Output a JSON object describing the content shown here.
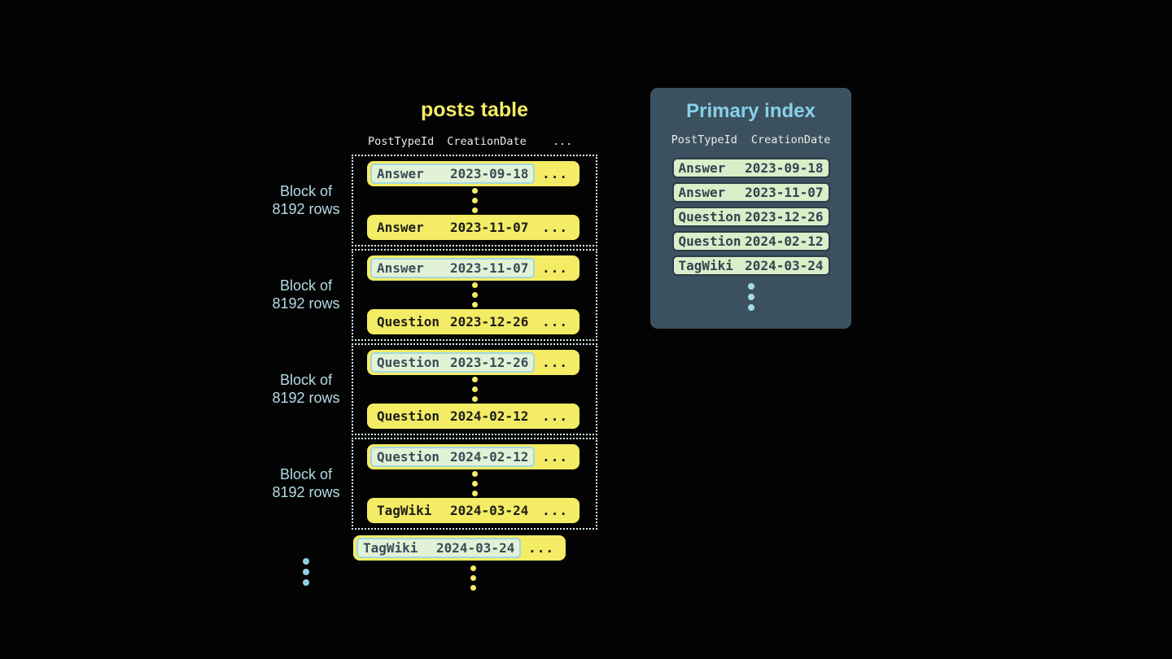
{
  "posts_table": {
    "title": "posts table",
    "columns": [
      "PostTypeId",
      "CreationDate",
      "..."
    ],
    "block_label_line1": "Block of",
    "block_label_line2": "8192 rows",
    "row_ellipsis": "...",
    "blocks": [
      {
        "first": {
          "type": "Answer",
          "date": "2023-09-18"
        },
        "last": {
          "type": "Answer",
          "date": "2023-11-07"
        }
      },
      {
        "first": {
          "type": "Answer",
          "date": "2023-11-07"
        },
        "last": {
          "type": "Question",
          "date": "2023-12-26"
        }
      },
      {
        "first": {
          "type": "Question",
          "date": "2023-12-26"
        },
        "last": {
          "type": "Question",
          "date": "2024-02-12"
        }
      },
      {
        "first": {
          "type": "Question",
          "date": "2024-02-12"
        },
        "last": {
          "type": "TagWiki",
          "date": "2024-03-24"
        }
      }
    ],
    "overflow_row": {
      "type": "TagWiki",
      "date": "2024-03-24"
    }
  },
  "primary_index": {
    "title": "Primary index",
    "columns": [
      "PostTypeId",
      "CreationDate"
    ],
    "rows": [
      {
        "type": "Answer",
        "date": "2023-09-18"
      },
      {
        "type": "Answer",
        "date": "2023-11-07"
      },
      {
        "type": "Question",
        "date": "2023-12-26"
      },
      {
        "type": "Question",
        "date": "2024-02-12"
      },
      {
        "type": "TagWiki",
        "date": "2024-03-24"
      }
    ]
  },
  "colors": {
    "background": "#030303",
    "row_yellow": "#f3ec64",
    "title_yellow": "#f3ec64",
    "block_dotted_border": "#d8edf3",
    "block_label_blue": "#b5dbe7",
    "more_blocks_dot_blue": "#8fd0e4",
    "highlight_box_bg": "#e2f2d6",
    "highlight_box_border": "#a3d7e3",
    "highlight_text_slate": "#3a4c58",
    "plain_row_text": "#1d1d1b",
    "column_header_text": "#e9ebe3",
    "panel_bg": "#3c515f",
    "panel_title_blue": "#86d1e9",
    "index_row_bg": "#d9eec9",
    "index_row_border": "#2b3d49",
    "index_row_text": "#334450",
    "index_dot_blue": "#a4dbeb"
  }
}
